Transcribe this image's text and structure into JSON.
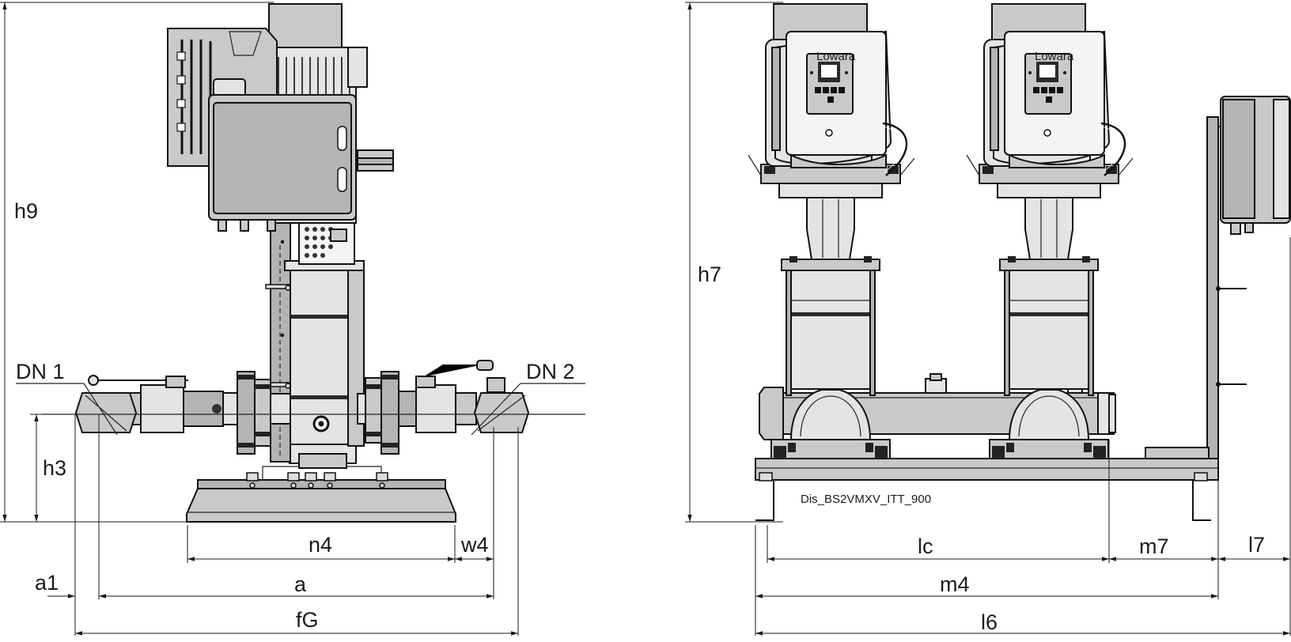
{
  "labels": {
    "h9": "h9",
    "h3": "h3",
    "h7": "h7",
    "dn1": "DN 1",
    "dn2": "DN 2",
    "n4": "n4",
    "w4": "w4",
    "a1": "a1",
    "a": "a",
    "fG": "fG",
    "lc": "lc",
    "m7": "m7",
    "l7": "l7",
    "m4": "m4",
    "l6": "l6"
  },
  "drawing_id": "Dis_BS2VMXV_ITT_900",
  "controller_brand": "Lowara"
}
